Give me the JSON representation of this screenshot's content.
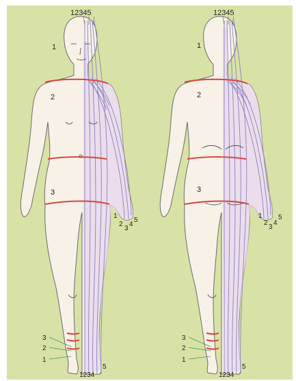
{
  "background_color": "#d9e2a6",
  "body_fill": "#f7f1e8",
  "body_outline": "#6b6b6b",
  "meridian_color": "#8a7fc0",
  "meridian_fill": "#e7d6ec",
  "band_color": "#d9453a",
  "front": {
    "channel_numbers_top": "12345",
    "zone_1": "1",
    "zone_2": "2",
    "zone_3": "3",
    "hand_1": "1",
    "hand_2": "2",
    "hand_3": "3",
    "hand_4": "4",
    "hand_5": "5",
    "ankle_3": "3",
    "ankle_2": "2",
    "ankle_1": "1",
    "toe_numbers": "1234",
    "toe_5": "5"
  },
  "back": {
    "channel_numbers_top": "12345",
    "zone_1": "1",
    "zone_2": "2",
    "zone_3": "3",
    "hand_1": "1",
    "hand_2": "2",
    "hand_3": "3",
    "hand_4": "4",
    "hand_5": "5",
    "ankle_3": "3",
    "ankle_2": "2",
    "ankle_1": "1",
    "toe_numbers": "1234",
    "toe_5": "5"
  }
}
